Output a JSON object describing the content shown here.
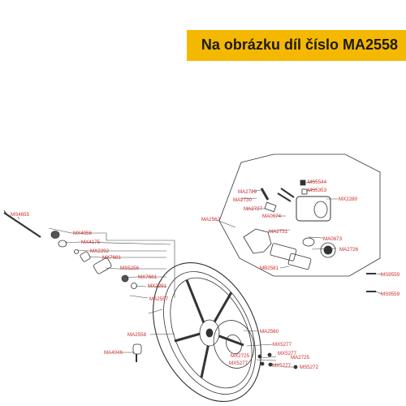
{
  "banner": {
    "text": "Na obrázku díl číslo MA2558",
    "background": "#f5b800"
  },
  "colors": {
    "label": "#cc2a2a",
    "line": "#333333"
  },
  "labels": {
    "MS4655": "MS4655",
    "MX4056": "MX4056",
    "MX4175": "MX4175",
    "MX2292": "MX2292",
    "MX7681a": "MX7681",
    "MS5256": "MS5256",
    "MX7681b": "MX7681",
    "MX2291": "MX2291",
    "MA2557": "MA2557",
    "MA2558": "MA2558",
    "MA4046": "MA4046",
    "MA2560": "MA2560",
    "MX5277a": "MX5277",
    "MX2725": "MX2725",
    "MA2725": "MA2725",
    "MX5277b": "MX5277",
    "MX5277c": "MX5277",
    "MS5272": "MS5272",
    "MS5544": "MS5544",
    "MS5353": "MS5353",
    "MA2729": "MA2729",
    "MA2730": "MA2730",
    "MX2280": "MX2280",
    "MA2727": "MA2727",
    "MA0674": "MA0674",
    "MA2562": "MA2562",
    "MA2731": "MA2731",
    "MA0673": "MA0673",
    "MA2726": "MA2726",
    "MB2581": "MB2581",
    "MS9559a": "MS9559",
    "MS9559b": "MS9559"
  }
}
